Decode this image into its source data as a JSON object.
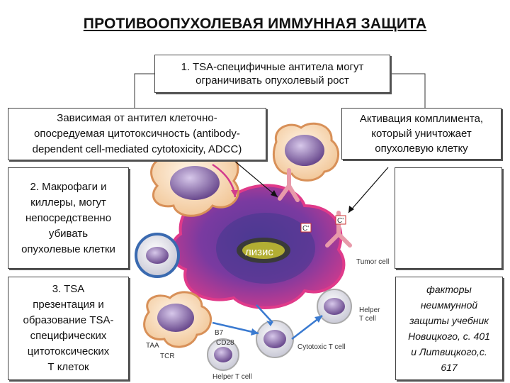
{
  "title": "ПРОТИВООПУХОЛЕВАЯ ИММУННАЯ ЗАЩИТА",
  "box1": [
    "1. TSA-специфичные антитела могут",
    "ограничивать опухолевый рост"
  ],
  "box2": [
    "Зависимая от антител клеточно-",
    "опосредуемая цитотоксичность (antibody-",
    "dependent cell-mediated cytotoxicity, ADCC)"
  ],
  "box3": [
    "Активация комплимента,",
    "который уничтожает",
    "опухолевую клетку"
  ],
  "box4": [
    "2. Макрофаги и",
    "киллеры, могут",
    "непосредственно",
    "убивать",
    "опухолевые клетки"
  ],
  "box5": [
    "3. TSA",
    "презентация и",
    "образование TSA-",
    "специфических",
    "цитотоксических",
    "Т клеток"
  ],
  "box7": [
    "факторы",
    "неиммунной",
    "защиты учебник",
    "Новицкого, с. 401",
    "и Литвицкого,с.",
    "617"
  ],
  "diagram_labels": {
    "lysis": "лизис",
    "tumor_cell": "Tumor cell",
    "helper_t_cell_1": "Helper",
    "helper_t_cell_2": "T cell",
    "cytotoxic_t_cell": "Cytotoxic T cell",
    "helper_t_cell_bottom": "Helper T cell",
    "b7": "B7",
    "cd28": "CD28",
    "taa": "TAA",
    "tcr": "TCR",
    "complement_1": "C'",
    "complement_2": "C'"
  }
}
